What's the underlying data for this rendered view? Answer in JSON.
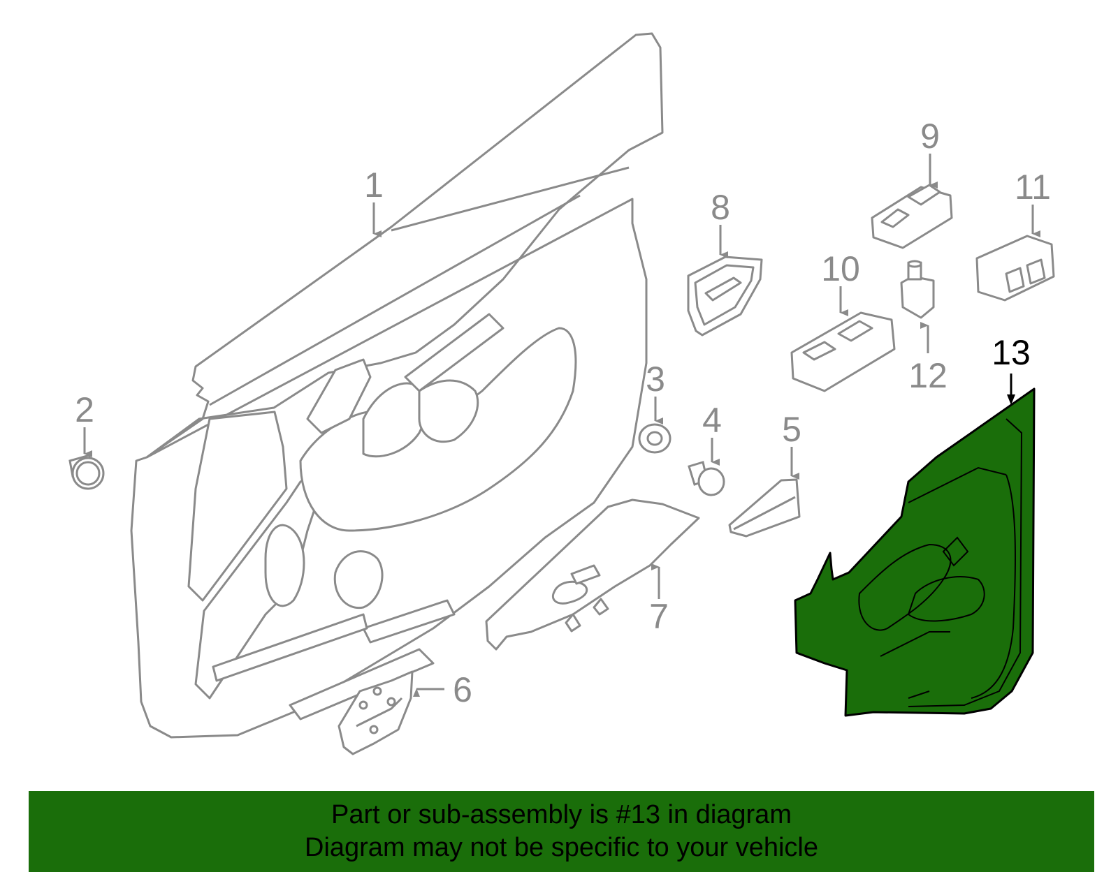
{
  "colors": {
    "outline": "#8a8a8a",
    "highlight_fill": "#1a6e0a",
    "highlight_stroke": "#000000",
    "banner_bg": "#1a6e0a",
    "label": "#8a8a8a",
    "highlight_label": "#000000"
  },
  "labels": {
    "p1": "1",
    "p2": "2",
    "p3": "3",
    "p4": "4",
    "p5": "5",
    "p6": "6",
    "p7": "7",
    "p8": "8",
    "p9": "9",
    "p10": "10",
    "p11": "11",
    "p12": "12",
    "p13": "13"
  },
  "highlighted_part": "13",
  "banner": {
    "line1": "Part or sub-assembly is #13 in diagram",
    "line2": "Diagram may not be specific to your vehicle"
  }
}
